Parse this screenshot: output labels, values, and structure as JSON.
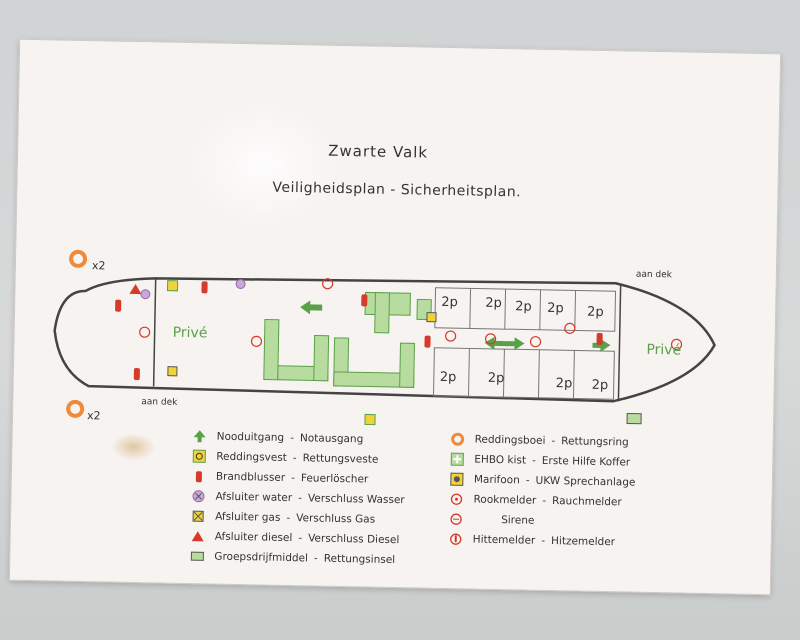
{
  "title": "Zwarte Valk",
  "subtitle": "Veiligheidsplan  -  Sicherheitsplan.",
  "plan": {
    "prive_left": "Privé",
    "prive_right": "Privé",
    "aan_dek_top": "aan dek",
    "aan_dek_bottom": "aan dek",
    "x2_top": "x2",
    "x2_bottom": "x2",
    "two_p": "2p"
  },
  "legend_left": [
    {
      "nl": "Nooduitgang",
      "de": "Notausgang",
      "icon": "exit-arrow-icon"
    },
    {
      "nl": "Reddingsvest",
      "de": "Rettungsveste",
      "icon": "life-vest-icon"
    },
    {
      "nl": "Brandblusser",
      "de": "Feuerlöscher",
      "icon": "extinguisher-icon"
    },
    {
      "nl": "Afsluiter water",
      "de": "Verschluss Wasser",
      "icon": "water-valve-icon"
    },
    {
      "nl": "Afsluiter gas",
      "de": "Verschluss Gas",
      "icon": "gas-valve-icon"
    },
    {
      "nl": "Afsluiter diesel",
      "de": "Verschluss Diesel",
      "icon": "diesel-valve-icon"
    },
    {
      "nl": "Groepsdrijfmiddel",
      "de": "Rettungsinsel",
      "icon": "liferaft-icon"
    }
  ],
  "legend_right": [
    {
      "nl": "Reddingsboei",
      "de": "Rettungsring",
      "icon": "lifebuoy-icon"
    },
    {
      "nl": "EHBO kist",
      "de": "Erste Hilfe Koffer",
      "icon": "first-aid-icon"
    },
    {
      "nl": "Marifoon",
      "de": "UKW Sprechanlage",
      "icon": "radio-icon"
    },
    {
      "nl": "Rookmelder",
      "de": "Rauchmelder",
      "icon": "smoke-detector-icon"
    },
    {
      "nl": "Sirene",
      "de": "",
      "icon": "siren-icon"
    },
    {
      "nl": "Hittemelder",
      "de": "Hitzemelder",
      "icon": "heat-detector-icon"
    }
  ],
  "colors": {
    "green": "#5aa048",
    "light_green": "#b8dca0",
    "red": "#d63a2a",
    "orange": "#f08a3a",
    "yellow": "#f0d23a",
    "purple": "#9a6aa8",
    "ink": "#333333"
  }
}
